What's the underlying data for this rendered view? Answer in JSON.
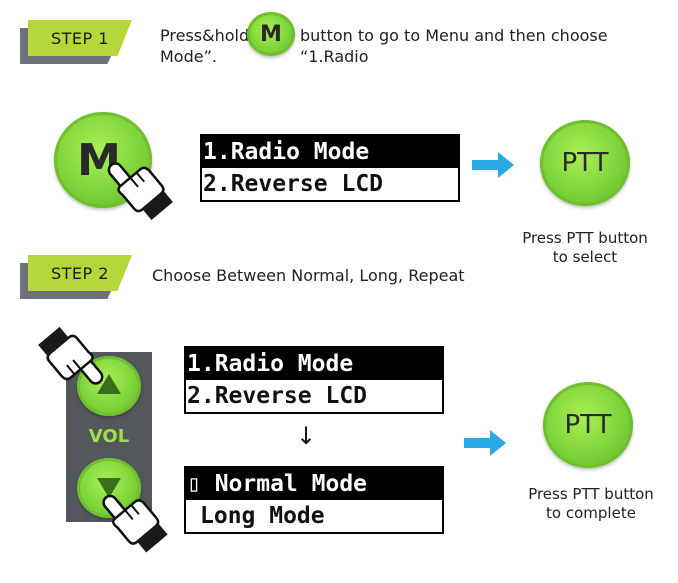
{
  "step1": {
    "label": "STEP 1",
    "instruction_before": "Press&hold",
    "menu_button_letter": "M",
    "instruction_after_line1": "button to go to Menu and then choose “1.Radio",
    "instruction_after_line2": "Mode”.",
    "lcd": [
      "1.Radio Mode",
      "2.Reverse LCD"
    ],
    "ptt_label": "PTT",
    "caption_line1": "Press PTT button",
    "caption_line2": "to select"
  },
  "step2": {
    "label": "STEP 2",
    "instruction": "Choose Between Normal, Long, Repeat",
    "vol_label": "VOL",
    "lcd_top": [
      "1.Radio Mode",
      "2.Reverse LCD"
    ],
    "down_arrow": "↓",
    "lcd_bottom": [
      "▯ Normal Mode",
      "Long Mode"
    ],
    "ptt_label": "PTT",
    "caption_line1": "Press PTT button",
    "caption_line2": "to complete"
  },
  "colors": {
    "banner_green": "#b5d73a",
    "banner_shadow": "#6d7178",
    "button_green": "#7dd43a",
    "arrow_blue": "#29a8e8",
    "vol_panel": "#54585c"
  },
  "icons": [
    "menu-button-icon",
    "hand-pointer-icon",
    "ptt-button-icon",
    "right-arrow-icon",
    "volume-up-button-icon",
    "volume-down-button-icon"
  ]
}
